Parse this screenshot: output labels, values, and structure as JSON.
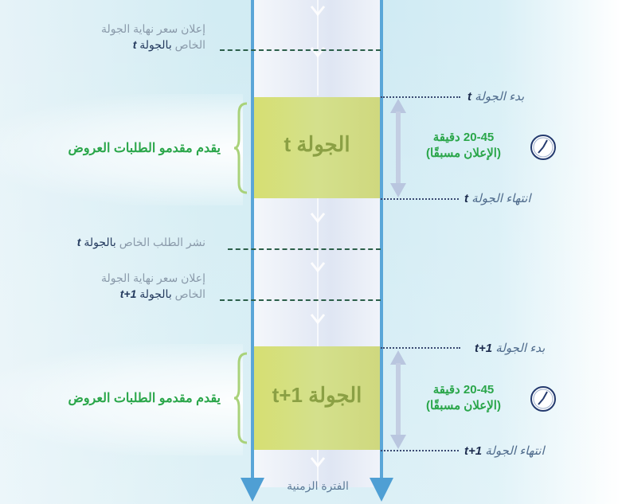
{
  "colors": {
    "rail": "#5aa6d8",
    "round_fill": "#d4e08c",
    "round_text": "#8ba044",
    "green_text": "#2aa64a",
    "dashed_line": "#2c5f4a",
    "dotted_line": "#3a4a72",
    "muted_text": "#8a9aaa"
  },
  "announce1": {
    "line1": "إعلان سعر نهاية الجولة",
    "line2_muted": "الخاص ",
    "line2_dark": "بالجولة ",
    "line2_var": "t"
  },
  "round1": {
    "start_text": "بدء الجولة ",
    "start_var": "t",
    "box_label": "الجولة t",
    "end_text": "انتهاء الجولة ",
    "end_var": "t",
    "bidders": "يقدم مقدمو الطلبات العروض",
    "duration_line1": "20-45 دقيقة",
    "duration_line2": "(الإعلان مسبقًا)"
  },
  "publish": {
    "muted": "نشر الطلب الخاص ",
    "dark": "بالجولة ",
    "var": "t"
  },
  "announce2": {
    "line1": "إعلان سعر نهاية الجولة",
    "line2_muted": "الخاص ",
    "line2_dark": "بالجولة ",
    "line2_var": "t+1"
  },
  "round2": {
    "start_text": "بدء الجولة ",
    "start_var": "t+1",
    "box_label": "الجولة t+1",
    "end_text": "انتهاء الجولة ",
    "end_var": "t+1",
    "bidders": "يقدم مقدمو الطلبات العروض",
    "duration_line1": "20-45 دقيقة",
    "duration_line2": "(الإعلان مسبقًا)"
  },
  "timeline": {
    "label": "الفترة الزمنية"
  }
}
